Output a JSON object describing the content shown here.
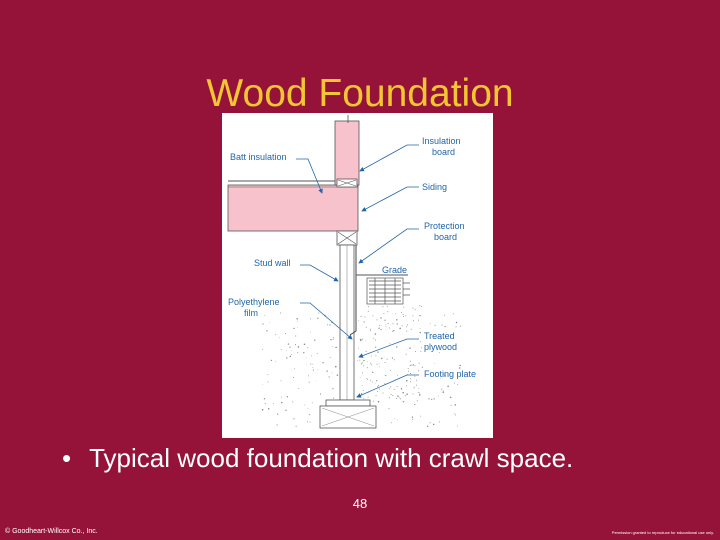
{
  "title": "Wood Foundation",
  "caption": "Typical wood foundation with crawl space.",
  "bullet_symbol": "•",
  "page_number": "48",
  "footer": {
    "copyright": "© Goodheart-Willcox Co., Inc.",
    "permission": "Permission granted to reproduce for educational use only."
  },
  "diagram": {
    "labels": {
      "batt_insulation": "Batt insulation",
      "insulation_board_1": "Insulation",
      "insulation_board_2": "board",
      "siding": "Siding",
      "protection_board_1": "Protection",
      "protection_board_2": "board",
      "stud_wall": "Stud wall",
      "grade": "Grade",
      "polyethylene_film_1": "Polyethylene",
      "polyethylene_film_2": "film",
      "treated_plywood_1": "Treated",
      "treated_plywood_2": "plywood",
      "footing_plate": "Footing plate"
    }
  },
  "colors": {
    "background": "#951339",
    "title": "#f2c633",
    "text": "#ffffff",
    "callout": "#2266aa",
    "insulation": "#f7c2cc"
  }
}
